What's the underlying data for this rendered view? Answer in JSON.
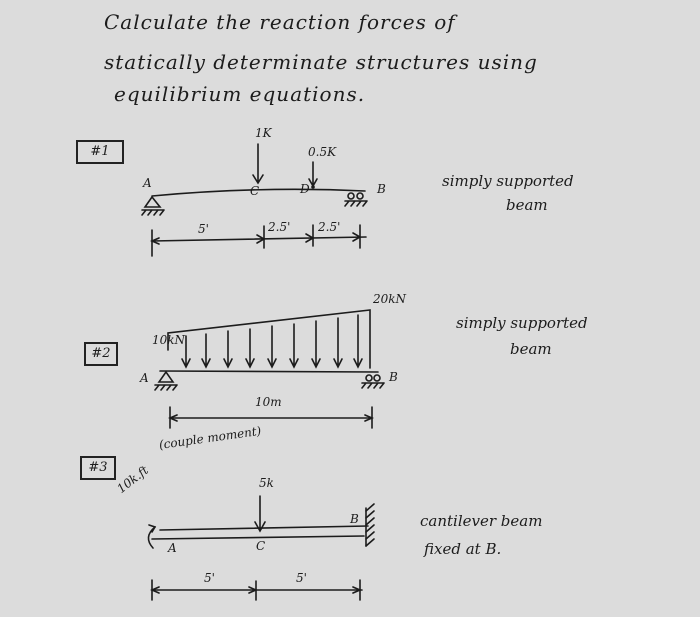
{
  "header": {
    "line1": "Calculate the reaction forces of",
    "line2": "statically determinate structures using",
    "line3": "equilibrium equations."
  },
  "problem1": {
    "number": "#1",
    "load_c": "1K",
    "load_d": "0.5K",
    "point_a": "A",
    "point_c": "C",
    "point_d": "D",
    "point_b": "B",
    "dim_ac": "5'",
    "dim_cd": "2.5'",
    "dim_db": "2.5'",
    "note_l1": "simply supported",
    "note_l2": "beam"
  },
  "problem2": {
    "number": "#2",
    "load_left": "10kN",
    "load_right": "20kN",
    "point_a": "A",
    "point_b": "B",
    "dim_ab": "10m",
    "note_l1": "simply supported",
    "note_l2": "beam"
  },
  "problem3": {
    "number": "#3",
    "moment": "10k.ft",
    "moment_note": "(couple moment)",
    "load_c": "5k",
    "point_a": "A",
    "point_c": "C",
    "point_b": "B",
    "dim_ac": "5'",
    "dim_cb": "5'",
    "note_l1": "cantilever beam",
    "note_l2": "fixed at B."
  }
}
